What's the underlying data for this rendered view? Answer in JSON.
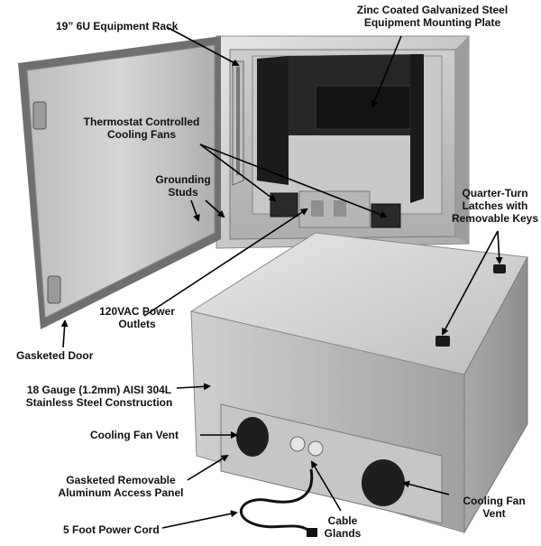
{
  "labels": {
    "rack": "19” 6U Equipment Rack",
    "plate": [
      "Zinc Coated Galvanized Steel",
      "Equipment Mounting Plate"
    ],
    "fans": [
      "Thermostat Controlled",
      "Cooling Fans"
    ],
    "studs": [
      "Grounding",
      "Studs"
    ],
    "latches": [
      "Quarter-Turn",
      "Latches with",
      "Removable Keys"
    ],
    "outlets": [
      "120VAC Power",
      "Outlets"
    ],
    "door": "Gasketed Door",
    "construction": [
      "18 Gauge (1.2mm) AISI 304L",
      "Stainless Steel Construction"
    ],
    "vent_left": "Cooling Fan Vent",
    "panel": [
      "Gasketed Removable",
      "Aluminum Access Panel"
    ],
    "cord": "5 Foot Power Cord",
    "glands": [
      "Cable",
      "Glands"
    ],
    "vent_right": [
      "Cooling Fan",
      "Vent"
    ]
  },
  "colors": {
    "steel_light": "#d9d9d9",
    "steel_mid": "#b5b5b5",
    "steel_dark": "#8a8a8a",
    "rack_black": "#1c1c1c",
    "arrow": "#000000"
  }
}
